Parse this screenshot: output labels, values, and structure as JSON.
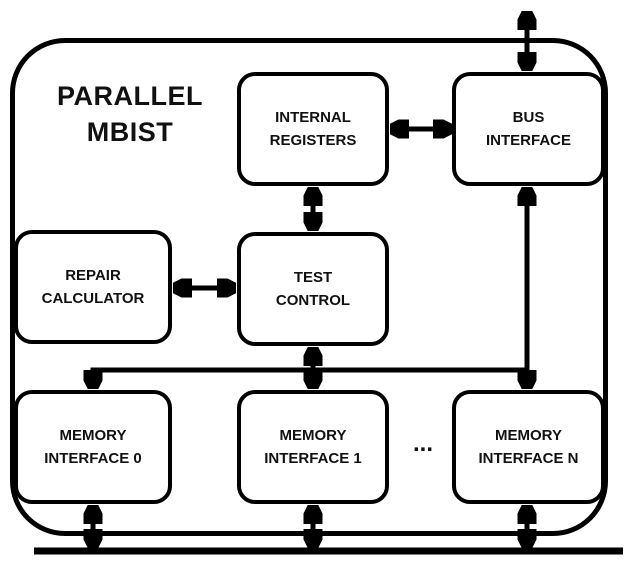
{
  "diagram": {
    "title": "PARALLEL MBIST",
    "title_lines": [
      "PARALLEL",
      "MBIST"
    ],
    "ellipsis": "...",
    "blocks": {
      "internal_registers": "INTERNAL REGISTERS",
      "bus_interface": "BUS INTERFACE",
      "repair_calculator": "REPAIR CALCULATOR",
      "test_control": "TEST CONTROL",
      "memory_interface_0": "MEMORY INTERFACE 0",
      "memory_interface_1": "MEMORY INTERFACE 1",
      "memory_interface_n": "MEMORY INTERFACE N"
    },
    "connections": [
      {
        "from": "internal_registers",
        "to": "bus_interface",
        "bidirectional": true
      },
      {
        "from": "bus_interface",
        "to": "external_top",
        "bidirectional": true
      },
      {
        "from": "internal_registers",
        "to": "test_control",
        "bidirectional": true
      },
      {
        "from": "repair_calculator",
        "to": "test_control",
        "bidirectional": true
      },
      {
        "from": "test_control",
        "to": "memory_interface_1",
        "bidirectional": true
      },
      {
        "from": "test_control_bus",
        "to": "memory_interface_0",
        "bidirectional": false
      },
      {
        "from": "bus_interface",
        "to": "memory_interface_n",
        "bidirectional": true
      },
      {
        "from": "memory_interface_0",
        "to": "bottom_bus",
        "bidirectional": true
      },
      {
        "from": "memory_interface_1",
        "to": "bottom_bus",
        "bidirectional": true
      },
      {
        "from": "memory_interface_n",
        "to": "bottom_bus",
        "bidirectional": true
      }
    ],
    "colors": {
      "line": "#000000",
      "box_border": "#000000",
      "background": "#ffffff",
      "text": "#111111"
    }
  }
}
